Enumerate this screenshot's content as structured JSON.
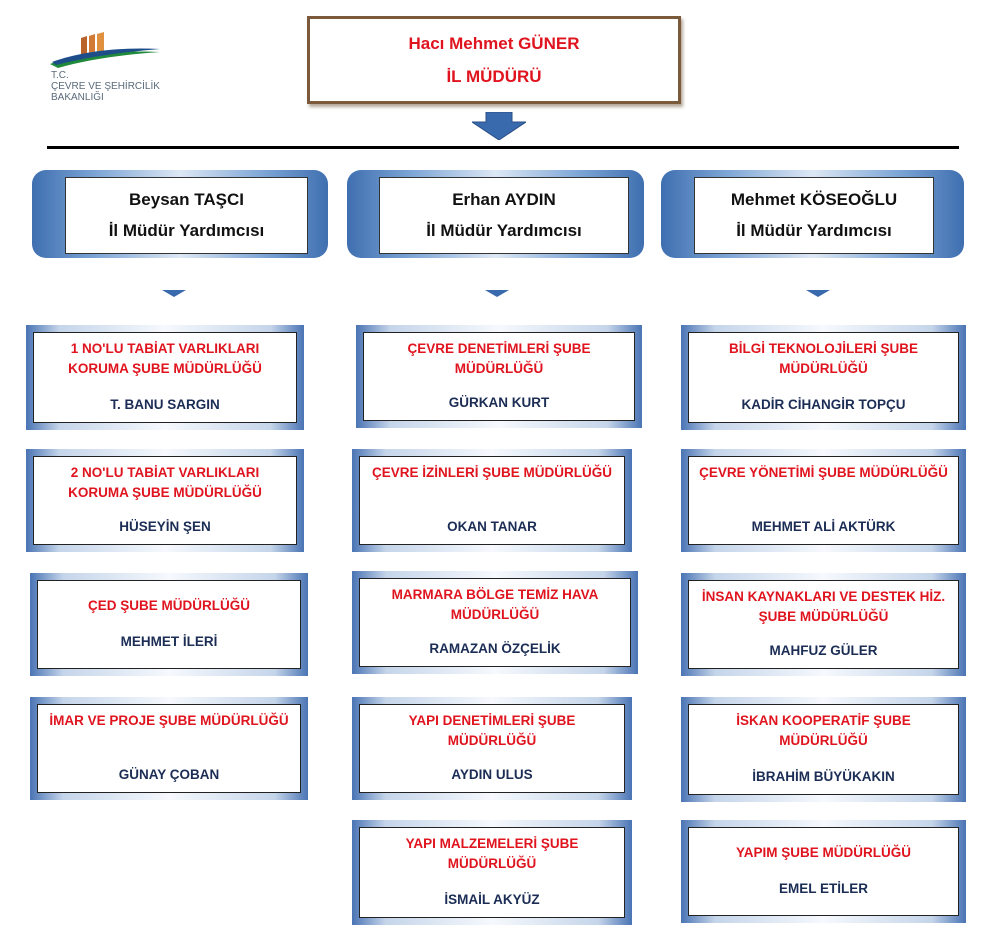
{
  "logo": {
    "lines": [
      "T.C.",
      "ÇEVRE VE ŞEHİRCİLİK",
      "BAKANLIĞI"
    ]
  },
  "director": {
    "name": "Hacı Mehmet GÜNER",
    "title": "İL MÜDÜRÜ"
  },
  "deputies": [
    {
      "name": "Beysan TAŞCI",
      "title": "İl Müdür Yardımcısı"
    },
    {
      "name": "Erhan AYDIN",
      "title": "İl Müdür Yardımcısı"
    },
    {
      "name": "Mehmet KÖSEOĞLU",
      "title": "İl Müdür Yardımcısı"
    }
  ],
  "branches": {
    "left": [
      {
        "title": "1 NO'LU TABİAT VARLIKLARI KORUMA ŞUBE MÜDÜRLÜĞÜ",
        "head": "T. BANU SARGIN"
      },
      {
        "title": "2 NO'LU TABİAT VARLIKLARI KORUMA ŞUBE MÜDÜRLÜĞÜ",
        "head": "HÜSEYİN ŞEN"
      },
      {
        "title": "ÇED ŞUBE MÜDÜRLÜĞÜ",
        "head": "MEHMET İLERİ"
      },
      {
        "title": "İMAR VE PROJE ŞUBE MÜDÜRLÜĞÜ",
        "head": "GÜNAY ÇOBAN"
      }
    ],
    "middle": [
      {
        "title": "ÇEVRE DENETİMLERİ ŞUBE MÜDÜRLÜĞÜ",
        "head": "GÜRKAN KURT"
      },
      {
        "title": "ÇEVRE İZİNLERİ ŞUBE MÜDÜRLÜĞÜ",
        "head": "OKAN TANAR"
      },
      {
        "title": "MARMARA BÖLGE TEMİZ HAVA MÜDÜRLÜĞÜ",
        "head": "RAMAZAN ÖZÇELİK"
      },
      {
        "title": "YAPI DENETİMLERİ ŞUBE MÜDÜRLÜĞÜ",
        "head": "AYDIN ULUS"
      },
      {
        "title": "YAPI MALZEMELERİ ŞUBE MÜDÜRLÜĞÜ",
        "head": "İSMAİL AKYÜZ"
      }
    ],
    "right": [
      {
        "title": "BİLGİ TEKNOLOJİLERİ ŞUBE MÜDÜRLÜĞÜ",
        "head": "KADİR CİHANGİR TOPÇU"
      },
      {
        "title": "ÇEVRE YÖNETİMİ ŞUBE MÜDÜRLÜĞÜ",
        "head": "MEHMET ALİ AKTÜRK"
      },
      {
        "title": "İNSAN KAYNAKLARI VE DESTEK HİZ. ŞUBE MÜDÜRLÜĞÜ",
        "head": "MAHFUZ GÜLER"
      },
      {
        "title": "İSKAN KOOPERATİF ŞUBE MÜDÜRLÜĞÜ",
        "head": "İBRAHİM BÜYÜKAKIN"
      },
      {
        "title": "YAPIM ŞUBE MÜDÜRLÜĞÜ",
        "head": "EMEL ETİLER"
      }
    ]
  }
}
